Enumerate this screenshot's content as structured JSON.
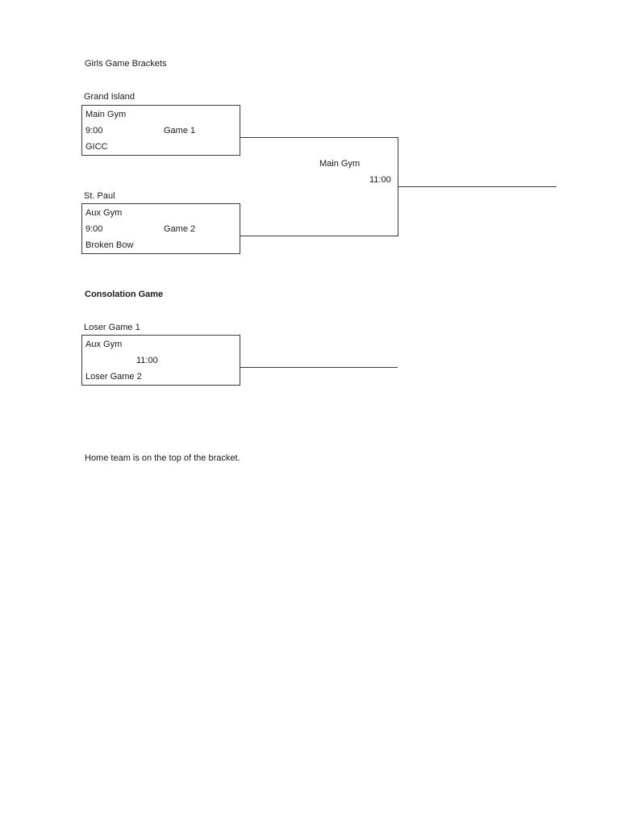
{
  "page": {
    "title": "Girls Game Brackets",
    "footer_note": "Home team is on the top of the bracket.",
    "line_color": "#3a3a3a",
    "text_color": "#1a1a1a",
    "background": "#ffffff"
  },
  "championship_bracket": {
    "games": [
      {
        "top_team": "Grand Island",
        "venue": "Main Gym",
        "time": "9:00",
        "game_label": "Game 1",
        "bottom_team": "GICC"
      },
      {
        "top_team": "St. Paul",
        "venue": "Aux Gym",
        "time": "9:00",
        "game_label": "Game 2",
        "bottom_team": "Broken Bow"
      }
    ],
    "final": {
      "venue": "Main Gym",
      "time": "11:00"
    }
  },
  "consolation": {
    "heading": "Consolation Game",
    "game": {
      "top_team": "Loser Game 1",
      "venue": "Aux Gym",
      "time": "11:00",
      "bottom_team": "Loser Game 2"
    }
  }
}
